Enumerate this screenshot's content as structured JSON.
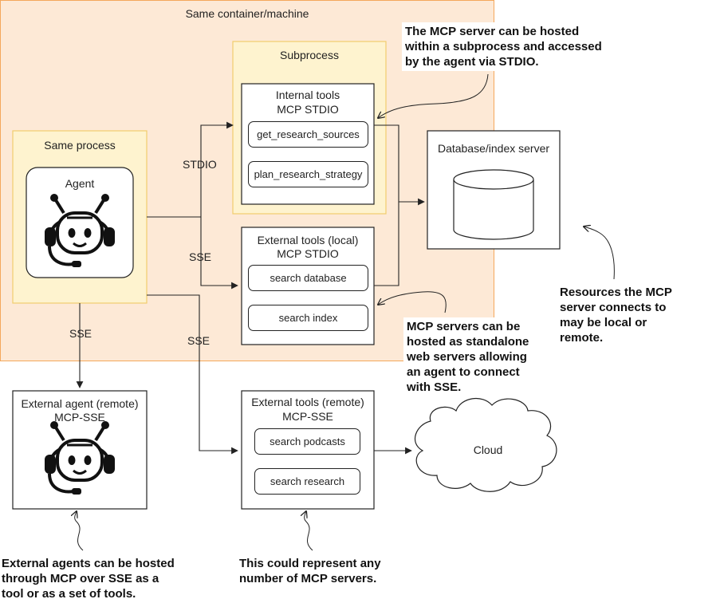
{
  "regions": {
    "container": {
      "label": "Same container/machine"
    },
    "subprocess": {
      "label": "Subprocess"
    },
    "same_process": {
      "label": "Same process"
    }
  },
  "boxes": {
    "agent": {
      "label": "Agent"
    },
    "internal_tools": {
      "title_line1": "Internal tools",
      "title_line2": "MCP STDIO",
      "tools": [
        "get_research_sources",
        "plan_research_strategy"
      ]
    },
    "external_local": {
      "title_line1": "External tools (local)",
      "title_line2": "MCP STDIO",
      "tools": [
        "search database",
        "search index"
      ]
    },
    "database": {
      "label": "Database/index server"
    },
    "external_agent": {
      "title_line1": "External agent (remote)",
      "title_line2": "MCP-SSE"
    },
    "external_remote": {
      "title_line1": "External tools (remote)",
      "title_line2": "MCP-SSE",
      "tools": [
        "search podcasts",
        "search research"
      ]
    },
    "cloud": {
      "label": "Cloud"
    }
  },
  "connectors": {
    "stdio": "STDIO",
    "sse_local": "SSE",
    "sse_agent": "SSE",
    "sse_remote": "SSE"
  },
  "annotations": {
    "subprocess_note": [
      "The MCP server can be hosted",
      "within a subprocess and accessed",
      "by the agent via STDIO."
    ],
    "sse_note": [
      "MCP servers can be",
      "hosted as standalone",
      "web servers allowing",
      "an agent to connect",
      "with SSE."
    ],
    "resources_note": [
      "Resources the MCP",
      "server connects to",
      "may be local or",
      "remote."
    ],
    "external_agents_note": [
      "External agents can be hosted",
      "through MCP over SSE as a",
      "tool or as a set of tools."
    ],
    "any_number_note": [
      "This could represent any",
      "number of MCP servers."
    ]
  },
  "icons": {
    "agent_icon": "robot-headset-icon",
    "external_agent_icon": "robot-headset-icon",
    "database_icon": "cylinder-database-icon",
    "cloud_icon": "cloud-icon"
  },
  "colors": {
    "container_fill": "#fde9d6",
    "container_stroke": "#f4a85c",
    "inner_fill": "#fef3cf",
    "inner_stroke": "#f1cd6e",
    "line": "#222222"
  }
}
